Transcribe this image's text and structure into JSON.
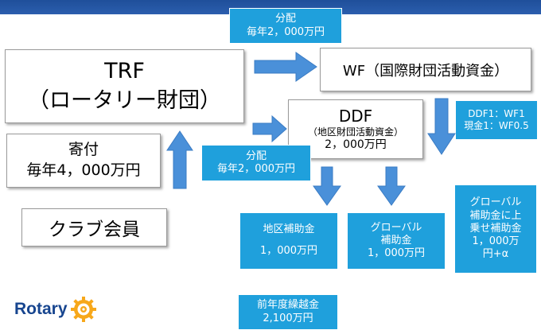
{
  "header": {
    "bar_color": "#2b5eae"
  },
  "trf": {
    "line1": "TRF",
    "line2": "（ロータリー財団）"
  },
  "donation": {
    "line1": "寄付",
    "line2": "毎年4，000万円"
  },
  "members": {
    "label": "クラブ会員"
  },
  "wf": {
    "label": "WF（国際財団活動資金）"
  },
  "ddf": {
    "line1": "DDF",
    "line2": "（地区財団活動資金）",
    "line3": "2，000万円"
  },
  "labels": {
    "distribution_top": {
      "line1": "分配",
      "line2": "毎年2，000万円"
    },
    "distribution_mid": {
      "line1": "分配",
      "line2": "毎年2，000万円"
    },
    "ddf_ratio": {
      "line1": "DDF1：WF1",
      "line2": "現金1：WF0.5"
    },
    "district_grant": {
      "line1": "地区補助金",
      "line2": "1，000万円"
    },
    "global_grant": {
      "line1": "グローバル",
      "line2": "補助金",
      "line3": "1，000万円"
    },
    "global_topup": {
      "line1": "グローバル",
      "line2": "補助金に上",
      "line3": "乗せ補助金",
      "line4": "1，000万",
      "line5": "円+α"
    },
    "carryover": {
      "line1": "前年度繰越金",
      "line2": "2,100万円"
    }
  },
  "logo": {
    "text": "Rotary",
    "wheel_color": "#f7a81b"
  },
  "colors": {
    "accent_blue": "#1fa0dc",
    "arrow_blue": "#4a90d9",
    "rotary_blue": "#17458f"
  }
}
